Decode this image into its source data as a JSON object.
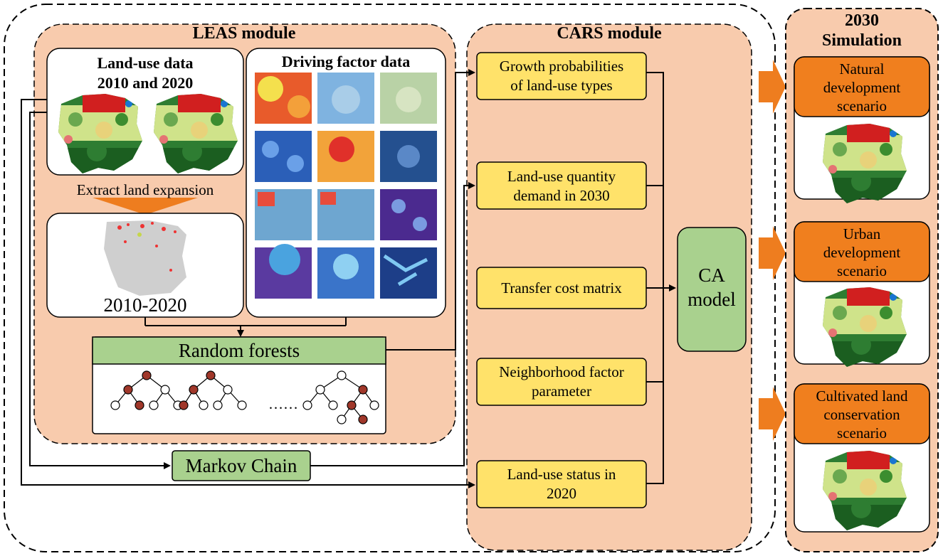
{
  "leas": {
    "title": "LEAS module",
    "landuse_title": [
      "Land-use data",
      "2010 and 2020"
    ],
    "driving_title": "Driving factor data",
    "extract_label": "Extract land expansion",
    "expansion_label": "2010-2020",
    "random_forests": "Random forests",
    "dots": "……"
  },
  "markov": "Markov Chain",
  "cars": {
    "title": "CARS module",
    "boxes": [
      [
        "Growth probabilities",
        "of land-use types"
      ],
      [
        "Land-use quantity",
        "demand in 2030"
      ],
      [
        "Transfer cost matrix"
      ],
      [
        "Neighborhood factor",
        "parameter"
      ],
      [
        "Land-use status in",
        "2020"
      ]
    ],
    "ca_model": [
      "CA",
      "model"
    ]
  },
  "simulation": {
    "title": [
      "2030",
      "Simulation"
    ],
    "scenarios": [
      [
        "Natural",
        "development",
        "scenario"
      ],
      [
        "Urban",
        "development",
        "scenario"
      ],
      [
        "Cultivated land",
        "conservation",
        "scenario"
      ]
    ]
  },
  "colors": {
    "panel": "#f8cbad",
    "yellow_box": "#ffe26a",
    "green_box": "#a9d18e",
    "orange_header": "#f07f1e",
    "tree_node_filled": "#a0372a"
  }
}
